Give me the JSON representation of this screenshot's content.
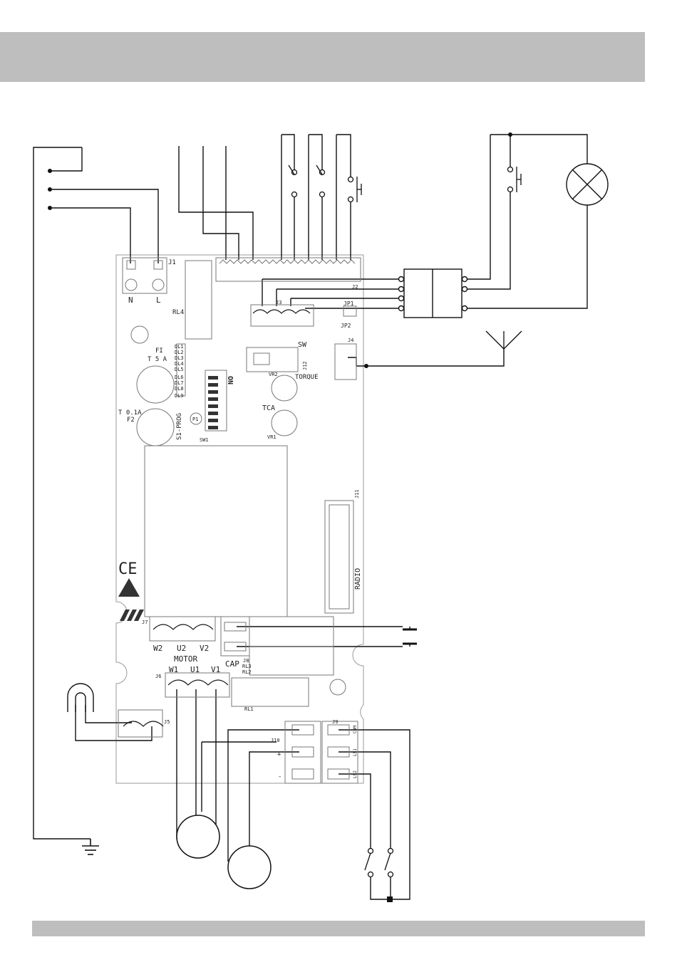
{
  "labels": {
    "j1": "J1",
    "n": "N",
    "l": "L",
    "rl4": "RL4",
    "fi": "FI",
    "t5a": "T 5 A",
    "t01a": "T 0.1A",
    "f2": "F2",
    "s1_prog": "S1-PROG",
    "p1": "P1",
    "sw1": "SW1",
    "on": "ON",
    "dl1": "DL1",
    "dl2": "DL2",
    "dl3": "DL3",
    "dl4": "DL4",
    "dl5": "DL5",
    "dl6": "DL6",
    "dl7": "DL7",
    "dl8": "DL8",
    "dl9": "DL9",
    "j2": "J2",
    "j3": "J3",
    "jp1": "JP1",
    "jp2": "JP2",
    "sw": "SW",
    "j4": "J4",
    "j12": "J12",
    "vr2": "VR2",
    "torque": "TORQUE",
    "tca": "TCA",
    "vr1": "VR1",
    "j11": "J11",
    "radio": "RADIO",
    "ce": "CE",
    "j7": "J7",
    "w2": "W2",
    "u2": "U2",
    "v2": "V2",
    "motor": "MOTOR",
    "w1": "W1",
    "u1": "U1",
    "v1": "V1",
    "cap": "CAP",
    "j8": "J8",
    "rl3": "RL3",
    "rl2": "RL2",
    "j6": "J6",
    "j5": "J5",
    "rl1": "RL1",
    "j10": "J10",
    "plus": "+",
    "minus": "-",
    "j9": "J9",
    "com": "COM",
    "ls1": "LS1",
    "ls2": "LS2"
  },
  "colors": {
    "band": "#bebebe",
    "line": "#111111",
    "board": "#9a9a9a"
  }
}
